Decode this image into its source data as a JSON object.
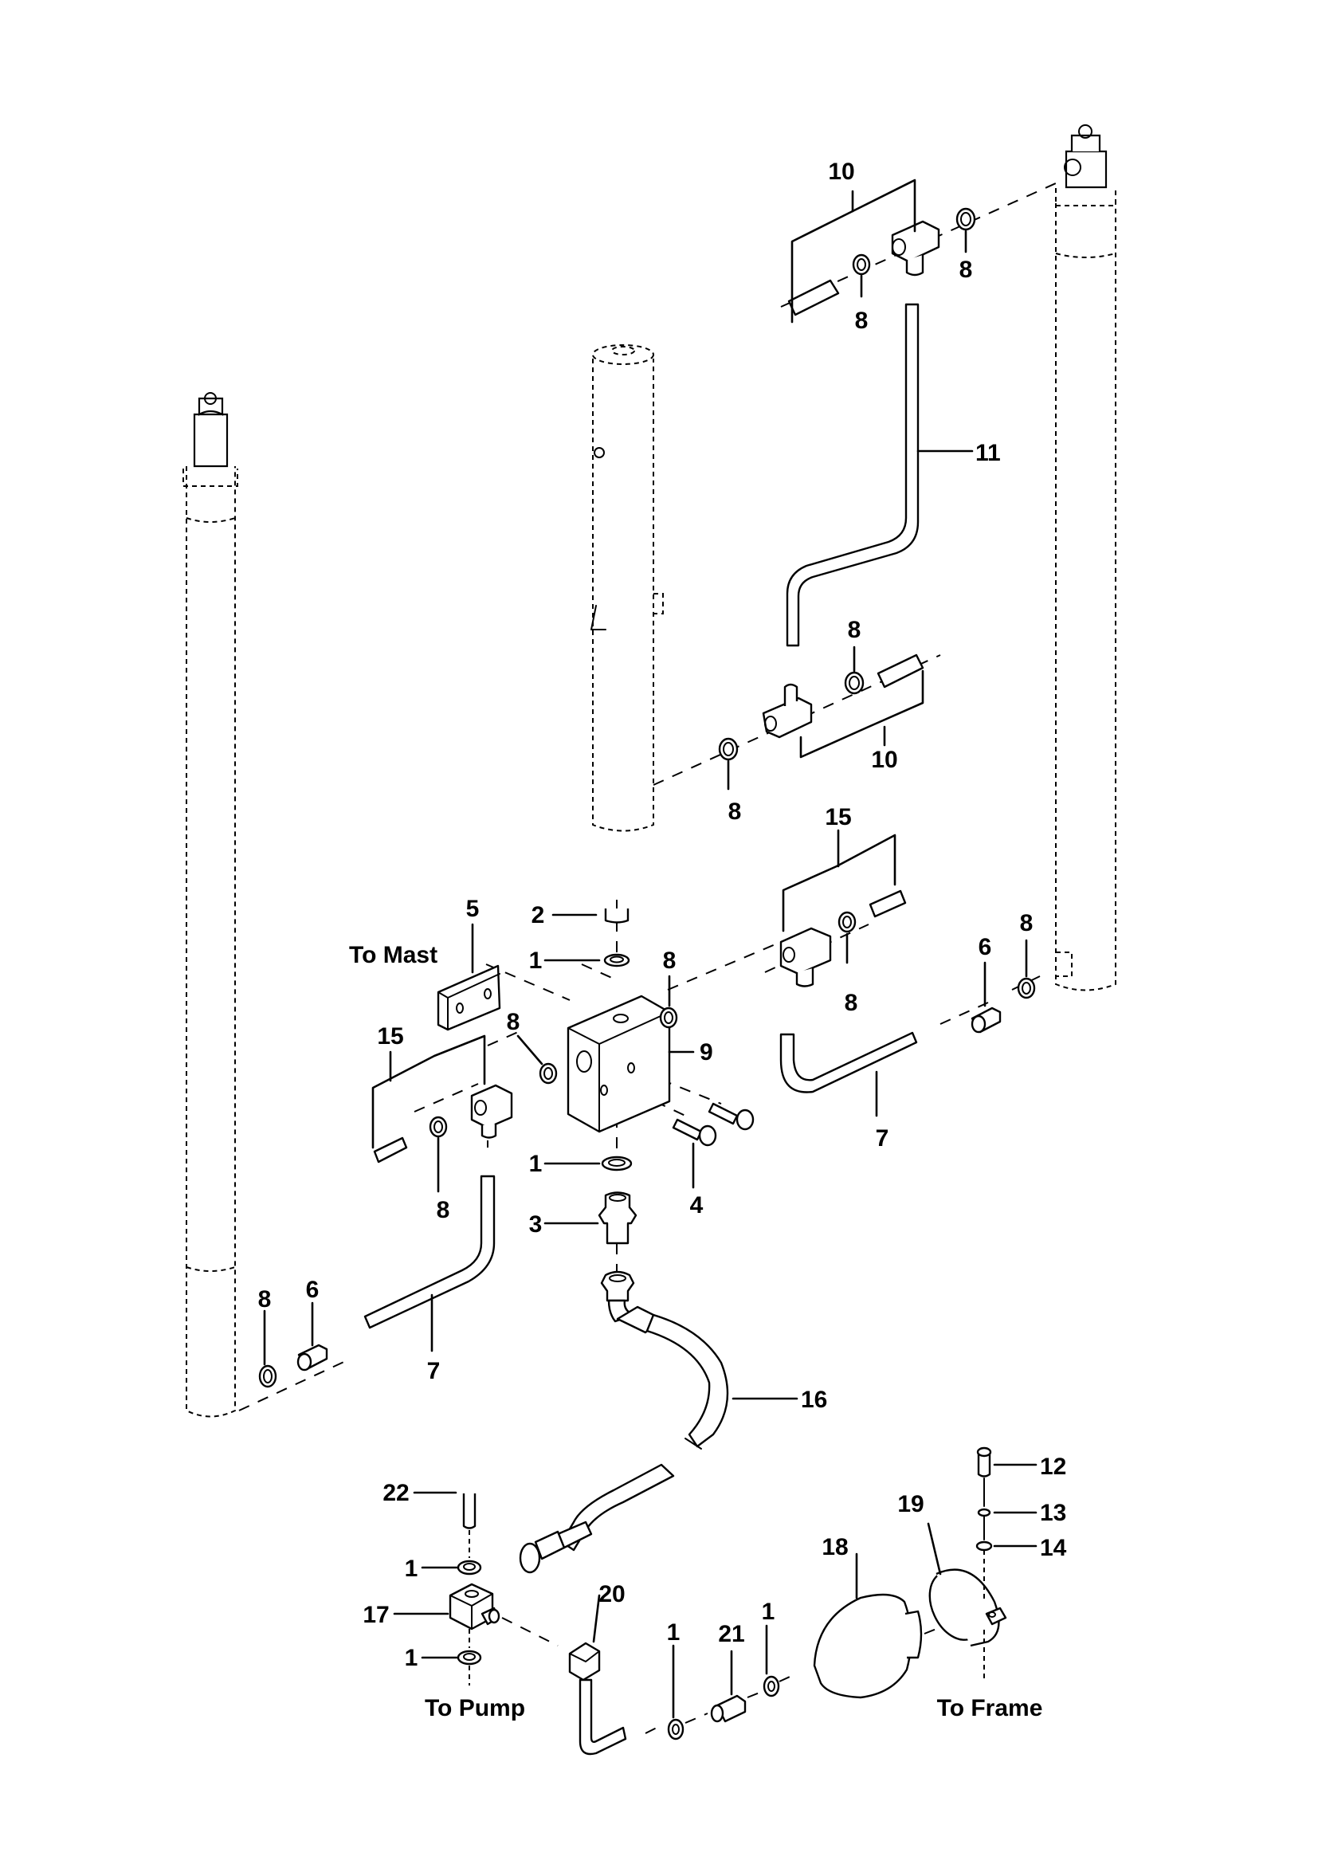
{
  "diagram": {
    "type": "exploded-parts-diagram",
    "subject": "Hydraulic lift cylinder plumbing with manifold and accumulator",
    "notes": {
      "to_mast": "To Mast",
      "to_pump": "To Pump",
      "to_frame": "To Frame"
    },
    "callouts": [
      {
        "id": "c10a",
        "label": "10"
      },
      {
        "id": "c8a",
        "label": "8"
      },
      {
        "id": "c8b",
        "label": "8"
      },
      {
        "id": "c11",
        "label": "11"
      },
      {
        "id": "c8c",
        "label": "8"
      },
      {
        "id": "c10b",
        "label": "10"
      },
      {
        "id": "c8d",
        "label": "8"
      },
      {
        "id": "c15a",
        "label": "15"
      },
      {
        "id": "c2",
        "label": "2"
      },
      {
        "id": "c5",
        "label": "5"
      },
      {
        "id": "c1a",
        "label": "1"
      },
      {
        "id": "c8e",
        "label": "8"
      },
      {
        "id": "c8f",
        "label": "8"
      },
      {
        "id": "c6a",
        "label": "6"
      },
      {
        "id": "c8g",
        "label": "8"
      },
      {
        "id": "c9",
        "label": "9"
      },
      {
        "id": "c8h",
        "label": "8"
      },
      {
        "id": "c15b",
        "label": "15"
      },
      {
        "id": "c7a",
        "label": "7"
      },
      {
        "id": "c1b",
        "label": "1"
      },
      {
        "id": "c4",
        "label": "4"
      },
      {
        "id": "c8i",
        "label": "8"
      },
      {
        "id": "c3",
        "label": "3"
      },
      {
        "id": "c8j",
        "label": "8"
      },
      {
        "id": "c6b",
        "label": "6"
      },
      {
        "id": "c7b",
        "label": "7"
      },
      {
        "id": "c16",
        "label": "16"
      },
      {
        "id": "c12",
        "label": "12"
      },
      {
        "id": "c22",
        "label": "22"
      },
      {
        "id": "c13",
        "label": "13"
      },
      {
        "id": "c19",
        "label": "19"
      },
      {
        "id": "c14",
        "label": "14"
      },
      {
        "id": "c18",
        "label": "18"
      },
      {
        "id": "c1c",
        "label": "1"
      },
      {
        "id": "c20",
        "label": "20"
      },
      {
        "id": "c17",
        "label": "17"
      },
      {
        "id": "c1d",
        "label": "1"
      },
      {
        "id": "c21",
        "label": "21"
      },
      {
        "id": "c1e",
        "label": "1"
      },
      {
        "id": "c1f",
        "label": "1"
      }
    ]
  }
}
